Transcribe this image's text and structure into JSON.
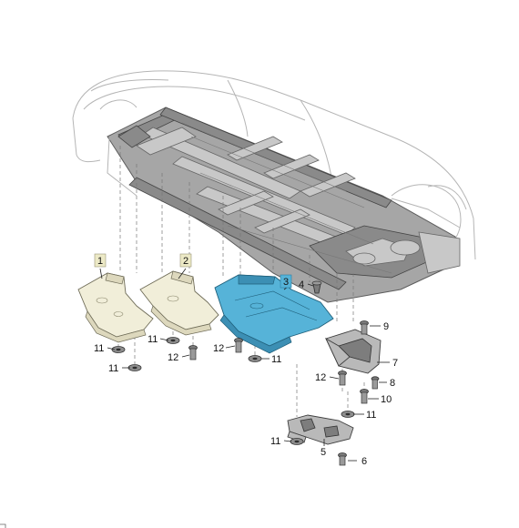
{
  "diagram": {
    "callouts": [
      {
        "id": "c1",
        "text": "1"
      },
      {
        "id": "c2",
        "text": "2"
      },
      {
        "id": "c3",
        "text": "3"
      },
      {
        "id": "c4",
        "text": "4"
      },
      {
        "id": "c5",
        "text": "5"
      },
      {
        "id": "c6",
        "text": "6"
      },
      {
        "id": "c7",
        "text": "7"
      },
      {
        "id": "c8",
        "text": "8"
      },
      {
        "id": "c9",
        "text": "9"
      },
      {
        "id": "c10",
        "text": "10"
      },
      {
        "id": "c11a",
        "text": "11"
      },
      {
        "id": "c11b",
        "text": "11"
      },
      {
        "id": "c11c",
        "text": "11"
      },
      {
        "id": "c11d",
        "text": "11"
      },
      {
        "id": "c11e",
        "text": "11"
      },
      {
        "id": "c11f",
        "text": "11"
      },
      {
        "id": "c12a",
        "text": "12"
      },
      {
        "id": "c12b",
        "text": "12"
      },
      {
        "id": "c12c",
        "text": "12"
      }
    ],
    "highlighted_callout": "3",
    "colors": {
      "highlight_blue": "#56b3d8",
      "shield_beige": "#f1eed9",
      "tag_beige": "#ece9c6"
    }
  }
}
